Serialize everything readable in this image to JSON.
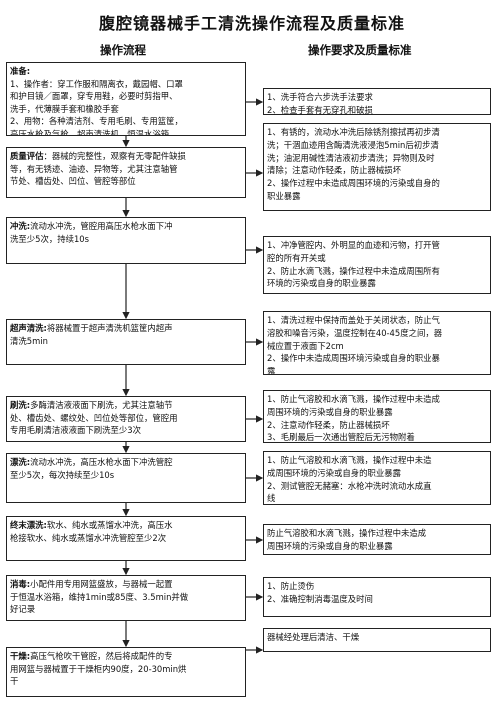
{
  "title": "腹腔镜器械手工清洗操作流程及质量标准",
  "col_left": "操作流程",
  "col_right": "操作要求及质量标准",
  "steps": [
    {
      "head": "准备:",
      "lines": [
        "1、操作者：穿工作服和隔离衣，戴园帽、口罩",
        "和护目镜／面罩，穿专用鞋，必要时剪指甲、",
        "洗手，代薄膜手套和橡胶手套",
        "2、用物：各种清洁剂、专用毛刷、专用篮筐，",
        "高压水枪及气枪、超声清洗机、恒温水浴箱"
      ]
    },
    {
      "head": "质量评估",
      "lines": [
        "：器械的完整性，观察有无零配件缺损",
        "等，有无锈迹、油迹、异物等，尤其注意轴管",
        "节处、槽齿处、凹位、管腔等部位"
      ]
    },
    {
      "head": "冲洗:",
      "lines": [
        "流动水冲洗，管腔用高压水枪水面下冲",
        "洗至少5次，持续10s"
      ]
    },
    {
      "head": "超声清洗:",
      "lines": [
        "将器械置于超声清洗机篮筐内超声",
        "清洗5min"
      ]
    },
    {
      "head": "刷洗:",
      "lines": [
        "多酶清洁液液面下刷洗，尤其注意轴节",
        "处、槽齿处、螺纹处、凹位处等部位，管腔用",
        "专用毛刷清洁液液面下刷洗至少3次"
      ]
    },
    {
      "head": "漂洗:",
      "lines": [
        "流动水冲洗，高压水枪水面下冲洗管腔",
        "至少5次，每次持续至少10s"
      ]
    },
    {
      "head": "终末漂洗:",
      "lines": [
        "软水、纯水或蒸馏水冲洗，高压水",
        "枪接软水、纯水或蒸馏水冲洗管腔至少2次"
      ]
    },
    {
      "head": "消毒:",
      "lines": [
        "小配件用专用网篮盛放，与器械一起置",
        "于恒温水浴箱，维持1min或85度、3.5min并做",
        "好记录"
      ]
    },
    {
      "head": "干燥:",
      "lines": [
        "高压气枪吹干管腔，然后将成配件的专",
        "用网篮与器械置于干燥柜内90度，20-30min烘",
        "干"
      ]
    }
  ],
  "requirements": [
    {
      "lines": [
        "1、洗手符合六步洗手法要求",
        "2、检查手套有无穿孔和破损"
      ]
    },
    {
      "lines": [
        "1、有锈的，流动水冲洗后除锈剂擦拭再初步清",
        "洗；干涸血迹用含酶清洗液浸泡5min后初步清",
        "洗；油泥用碱性清洁液初步清洗；异物则及时",
        "清除；注意动作轻柔，防止器械损坏",
        "2、操作过程中未造成周围环境的污染或自身的",
        "职业暴露"
      ]
    },
    {
      "lines": [
        "1、冲净管腔内、外明显的血迹和污物，打开管",
        "腔的所有开关或",
        "2、防止水滴飞溅，操作过程中未造成周围所有",
        "环境的污染或自身的职业暴露"
      ]
    },
    {
      "lines": [
        "1、清洗过程中保持而盖处于关闭状态，防止气",
        "溶胶和噪音污染，温度控制在40-45度之间，器",
        "械应置于液面下2cm",
        "2、操作中未造成周围环境污染或自身的职业暴",
        "露"
      ]
    },
    {
      "lines": [
        "1、防止气溶胶和水滴飞溅，操作过程中未造成",
        "周围环境的污染或自身的职业暴露",
        "2、注意动作轻柔，防止器械损坏",
        "3、毛刷最后一次通出管腔后无污物附着"
      ]
    },
    {
      "lines": [
        "1、防止气溶胶和水滴飞溅，操作过程中未造",
        "成周围环境的污染或自身的职业暴露",
        "2、测试管腔无赭塞：水枪冲洗时流动水成直",
        "线"
      ]
    },
    {
      "lines": [
        "防止气溶胶和水滴飞溅，操作过程中未造成",
        "周围环境的污染或自身的职业暴露"
      ]
    },
    {
      "lines": [
        "1、防止烫伤",
        "2、准确控制消毒温度及时间"
      ]
    },
    {
      "lines": [
        "器械经处理后清洁、干燥"
      ]
    }
  ]
}
